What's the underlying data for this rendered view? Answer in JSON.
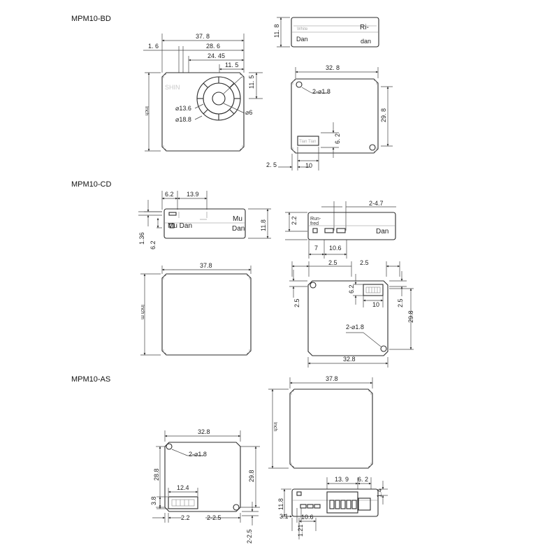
{
  "titles": {
    "bd": "MPM10-BD",
    "cd": "MPM10-CD",
    "as": "MPM10-AS"
  },
  "bd": {
    "dim_37_8": "37. 8",
    "dim_1_6": "1. 6",
    "dim_28_6": "28. 6",
    "dim_24_45": "24. 45",
    "dim_11_5_top": "11. 5",
    "dim_11_5_side": "11. 5",
    "inch": "Inch",
    "dia_13_6": "⌀13.6",
    "dia_18_8": "⌀18.8",
    "dia_6": "⌀6",
    "faint_logo": "SHIN",
    "side_11_8": "11. 8",
    "side_white": "White",
    "side_ri": "Ri-",
    "side_dan": "Dan",
    "side_dan2": "dan",
    "back_32_8": "32. 8",
    "back_holes": "2-⌀1.8",
    "back_29_8": "29. 8",
    "back_6_2": "6. 2",
    "back_2_5": "2. 5",
    "back_10": "10",
    "back_label": "Tian Tian"
  },
  "cd": {
    "dim_6_2": "6.2",
    "dim_13_9": "13.9",
    "side_1_36": "1.36",
    "side_6_2": "6.2",
    "side_mu_dan": "Mu Dan",
    "side_mu": "Mu",
    "side_dan": "Dan",
    "side_11_8": "11.8",
    "right_2_4_7": "2-4.7",
    "right_run": "Run-",
    "right_fred": "fred",
    "right_2_2": "2.2",
    "right_dan": "Dan",
    "right_7": "7",
    "right_10_6": "10.6",
    "front_37_8": "37.8",
    "front_inch": "Inch m",
    "back_2_5_a": "2.5",
    "back_2_5_b": "2.5",
    "back_6_2": "6.2",
    "back_2_5_left": "2.5",
    "back_10": "10",
    "back_2_5_right": "2.5",
    "back_29_8": "29.8",
    "back_holes": "2-⌀1.8",
    "back_32_8": "32.8"
  },
  "as": {
    "front_37_8": "37.8",
    "front_inch": "Inch",
    "back_32_8": "32.8",
    "back_holes": "2-⌀1.8",
    "back_28_8": "28.8",
    "back_29_8": "29.8",
    "back_12_4": "12.4",
    "back_3_8": "3.8",
    "back_2_2": "2.2",
    "back_2_2_5": "2-2.5",
    "back_2_2_5_v": "2-2.5",
    "side_13_9": "13. 9",
    "side_6_2": "6. 2",
    "side_11_8": "11.8",
    "side_1_4": "1.4",
    "side_3_1": "3.1",
    "side_10_6": "10.6",
    "side_1_21": "1.21"
  }
}
